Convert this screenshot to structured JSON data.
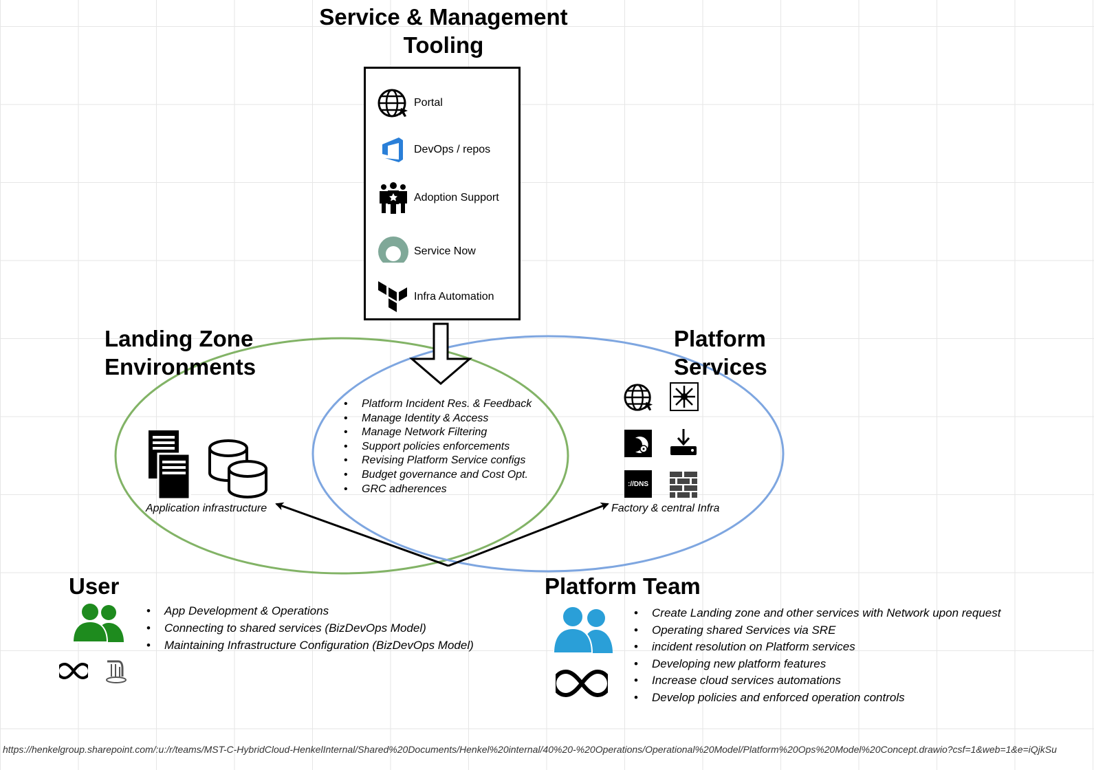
{
  "tooling": {
    "title_line1": "Service & Management",
    "title_line2": "Tooling",
    "items": [
      {
        "label": "Portal",
        "icon": "globe-icon"
      },
      {
        "label": "DevOps / repos",
        "icon": "azure-devops-icon"
      },
      {
        "label": "Adoption Support",
        "icon": "team-star-icon"
      },
      {
        "label": "Service Now",
        "icon": "servicenow-icon"
      },
      {
        "label": "Infra Automation",
        "icon": "terraform-icon"
      }
    ]
  },
  "landing_zone": {
    "title_line1": "Landing Zone",
    "title_line2": "Environments",
    "caption": "Application infrastructure",
    "ellipse_color": "#82b366"
  },
  "platform_services": {
    "title_line1": "Platform",
    "title_line2": "Services",
    "caption": "Factory & central Infra",
    "ellipse_color": "#7ea6e0",
    "icons": [
      "globe-icon",
      "network-switch-icon",
      "disk-icon",
      "download-server-icon",
      "dns-icon",
      "firewall-icon"
    ],
    "dns_label": "://DNS"
  },
  "shared_tasks": [
    "Platform Incident Res. & Feedback",
    "Manage Identity & Access",
    "Manage Network Filtering",
    "Support policies  enforcements",
    "Revising Platform Service configs",
    "Budget governance and Cost Opt.",
    "GRC adherences"
  ],
  "user": {
    "title": "User",
    "icon_color": "#1e8b1e",
    "tasks": [
      "App Development & Operations",
      "Connecting to shared services (BizDevOps Model)",
      "Maintaining Infrastructure Configuration (BizDevOps Model)"
    ]
  },
  "platform_team": {
    "title": "Platform Team",
    "icon_color": "#2a9fd8",
    "tasks": [
      "Create Landing zone and other services with Network upon request",
      "Operating shared Services via SRE",
      "incident resolution on Platform services",
      "Developing new platform features",
      "Increase cloud services automations",
      "Develop policies and enforced operation controls"
    ]
  },
  "footer_url": "https://henkelgroup.sharepoint.com/:u:/r/teams/MST-C-HybridCloud-HenkelInternal/Shared%20Documents/Henkel%20internal/40%20-%20Operations/Operational%20Model/Platform%20Ops%20Model%20Concept.drawio?csf=1&web=1&e=iQjkSu"
}
